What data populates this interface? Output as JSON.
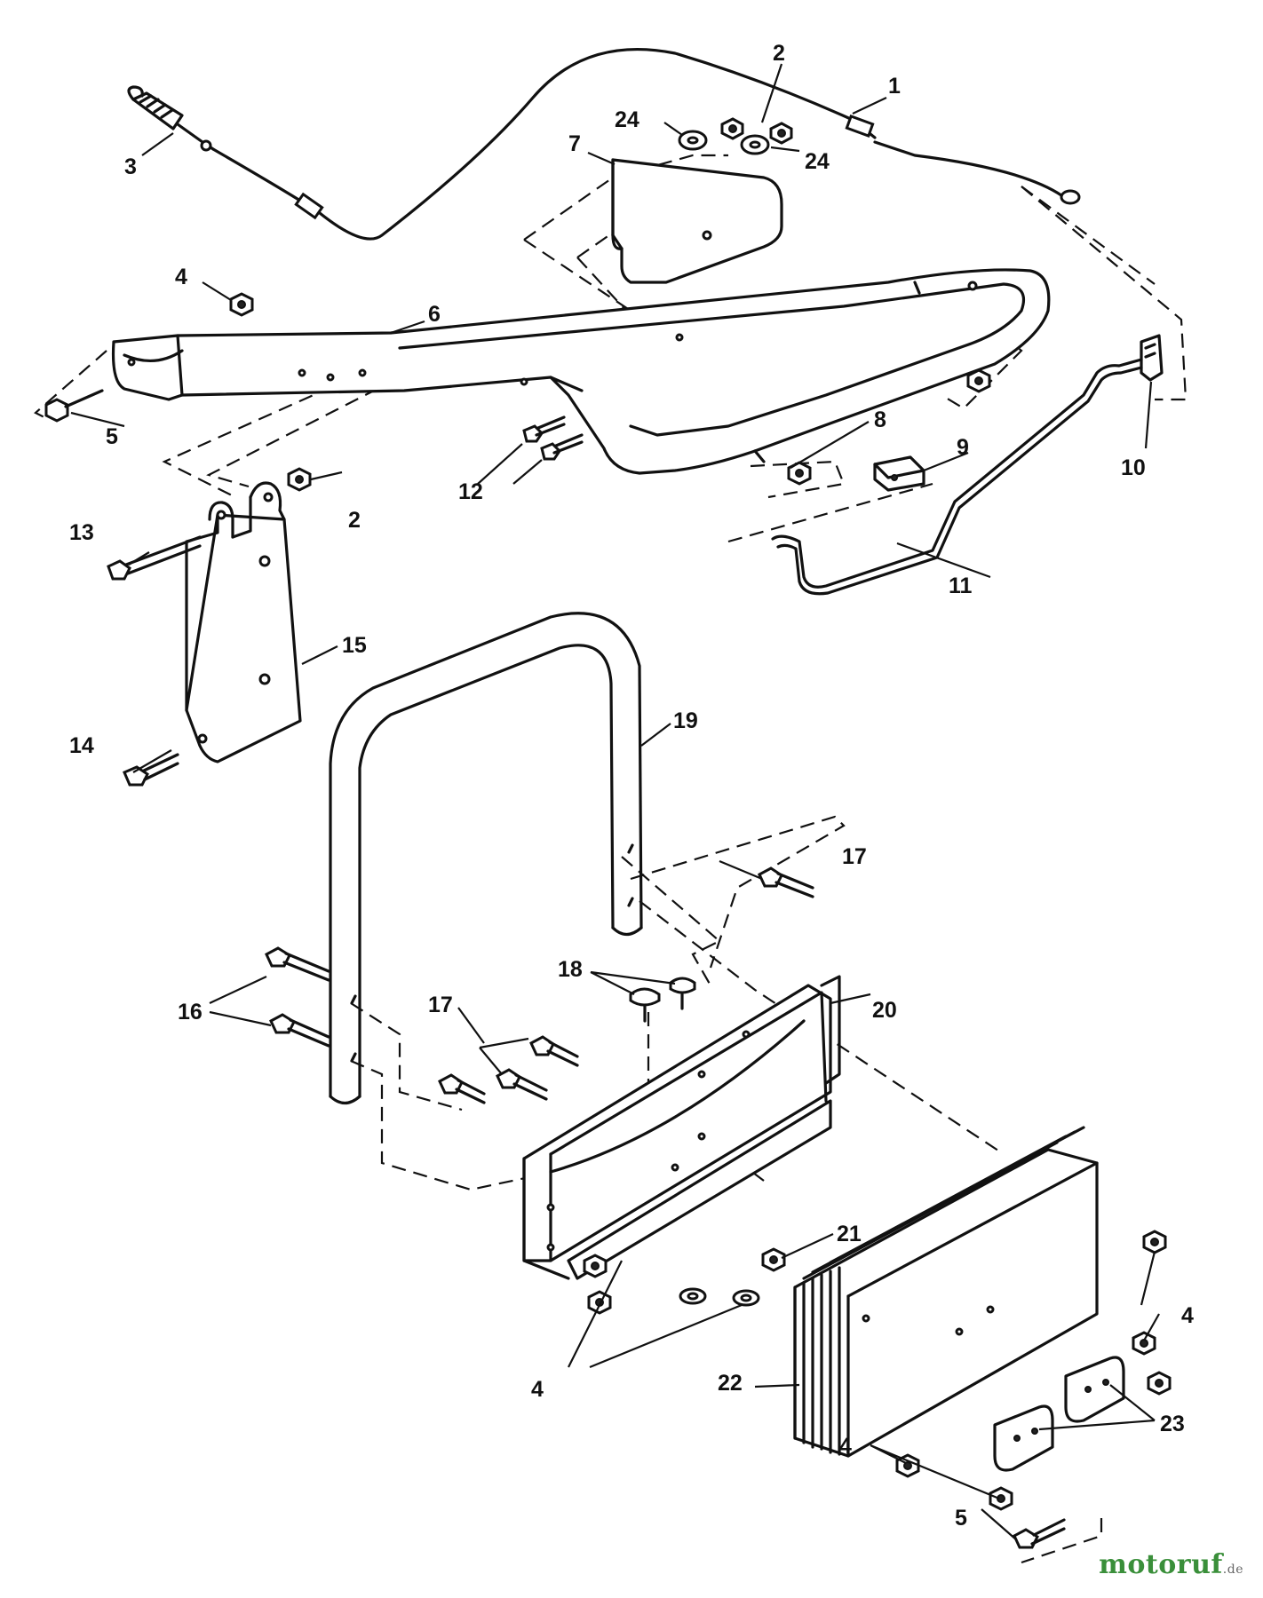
{
  "callouts": {
    "c1": "1",
    "c2a": "2",
    "c2b": "2",
    "c3": "3",
    "c4a": "4",
    "c4b": "4",
    "c4c": "4",
    "c4d": "4",
    "c5a": "5",
    "c5b": "5",
    "c6": "6",
    "c7": "7",
    "c8": "8",
    "c9": "9",
    "c10": "10",
    "c11": "11",
    "c12": "12",
    "c13": "13",
    "c14": "14",
    "c15": "15",
    "c16": "16",
    "c17a": "17",
    "c17b": "17",
    "c18": "18",
    "c19": "19",
    "c20": "20",
    "c21": "21",
    "c22": "22",
    "c23": "23",
    "c24a": "24",
    "c24b": "24"
  },
  "watermark": {
    "main": "motoruf",
    "tld": ".de"
  },
  "colors": {
    "line": "#111111",
    "watermark": "#3a8f3a"
  }
}
